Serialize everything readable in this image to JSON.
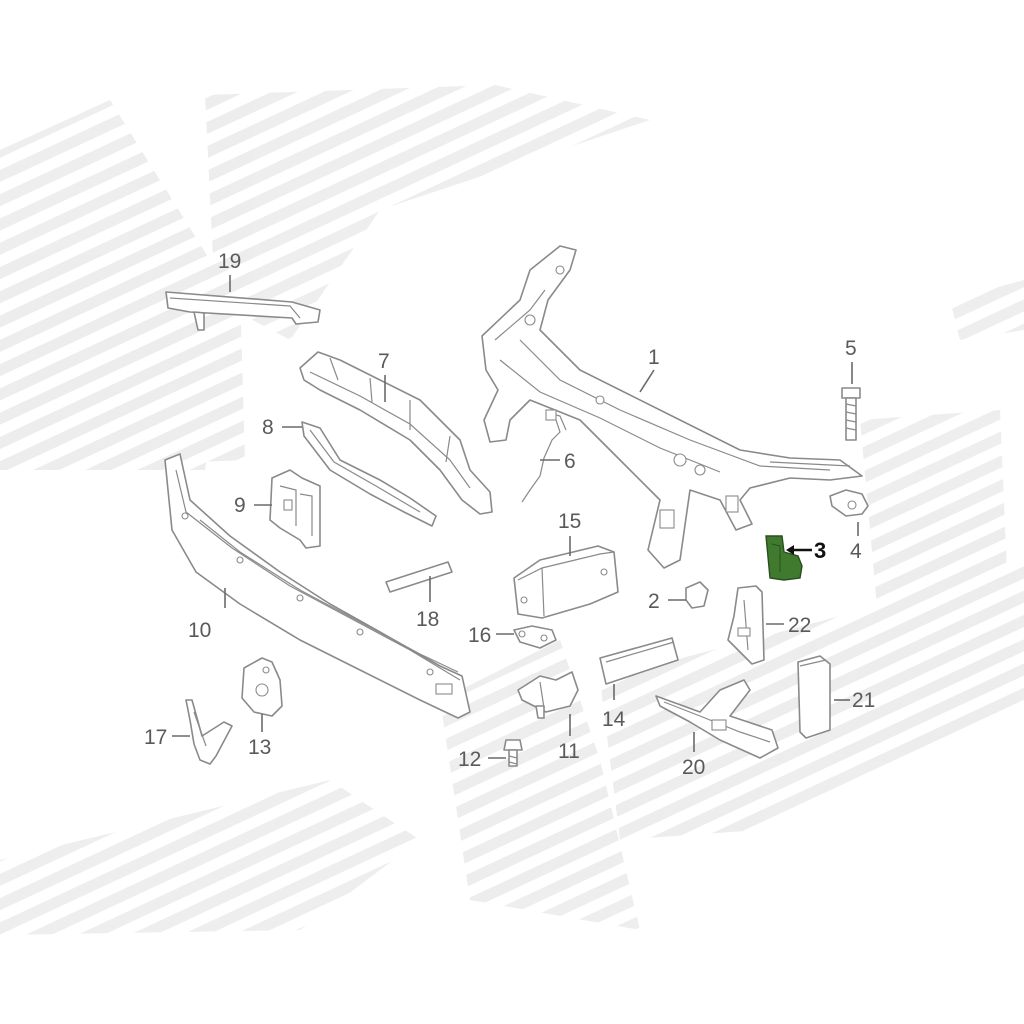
{
  "diagram": {
    "highlight_color": "#3f7a2e",
    "watermark_color": "#ececec",
    "callouts": [
      {
        "id": "1",
        "label": "1",
        "highlighted": false
      },
      {
        "id": "2",
        "label": "2",
        "highlighted": false
      },
      {
        "id": "3",
        "label": "3",
        "highlighted": true
      },
      {
        "id": "4",
        "label": "4",
        "highlighted": false
      },
      {
        "id": "5",
        "label": "5",
        "highlighted": false
      },
      {
        "id": "6",
        "label": "6",
        "highlighted": false
      },
      {
        "id": "7",
        "label": "7",
        "highlighted": false
      },
      {
        "id": "8",
        "label": "8",
        "highlighted": false
      },
      {
        "id": "9",
        "label": "9",
        "highlighted": false
      },
      {
        "id": "10",
        "label": "10",
        "highlighted": false
      },
      {
        "id": "11",
        "label": "11",
        "highlighted": false
      },
      {
        "id": "12",
        "label": "12",
        "highlighted": false
      },
      {
        "id": "13",
        "label": "13",
        "highlighted": false
      },
      {
        "id": "14",
        "label": "14",
        "highlighted": false
      },
      {
        "id": "15",
        "label": "15",
        "highlighted": false
      },
      {
        "id": "16",
        "label": "16",
        "highlighted": false
      },
      {
        "id": "17",
        "label": "17",
        "highlighted": false
      },
      {
        "id": "18",
        "label": "18",
        "highlighted": false
      },
      {
        "id": "19",
        "label": "19",
        "highlighted": false
      },
      {
        "id": "20",
        "label": "20",
        "highlighted": false
      },
      {
        "id": "21",
        "label": "21",
        "highlighted": false
      },
      {
        "id": "22",
        "label": "22",
        "highlighted": false
      }
    ]
  }
}
